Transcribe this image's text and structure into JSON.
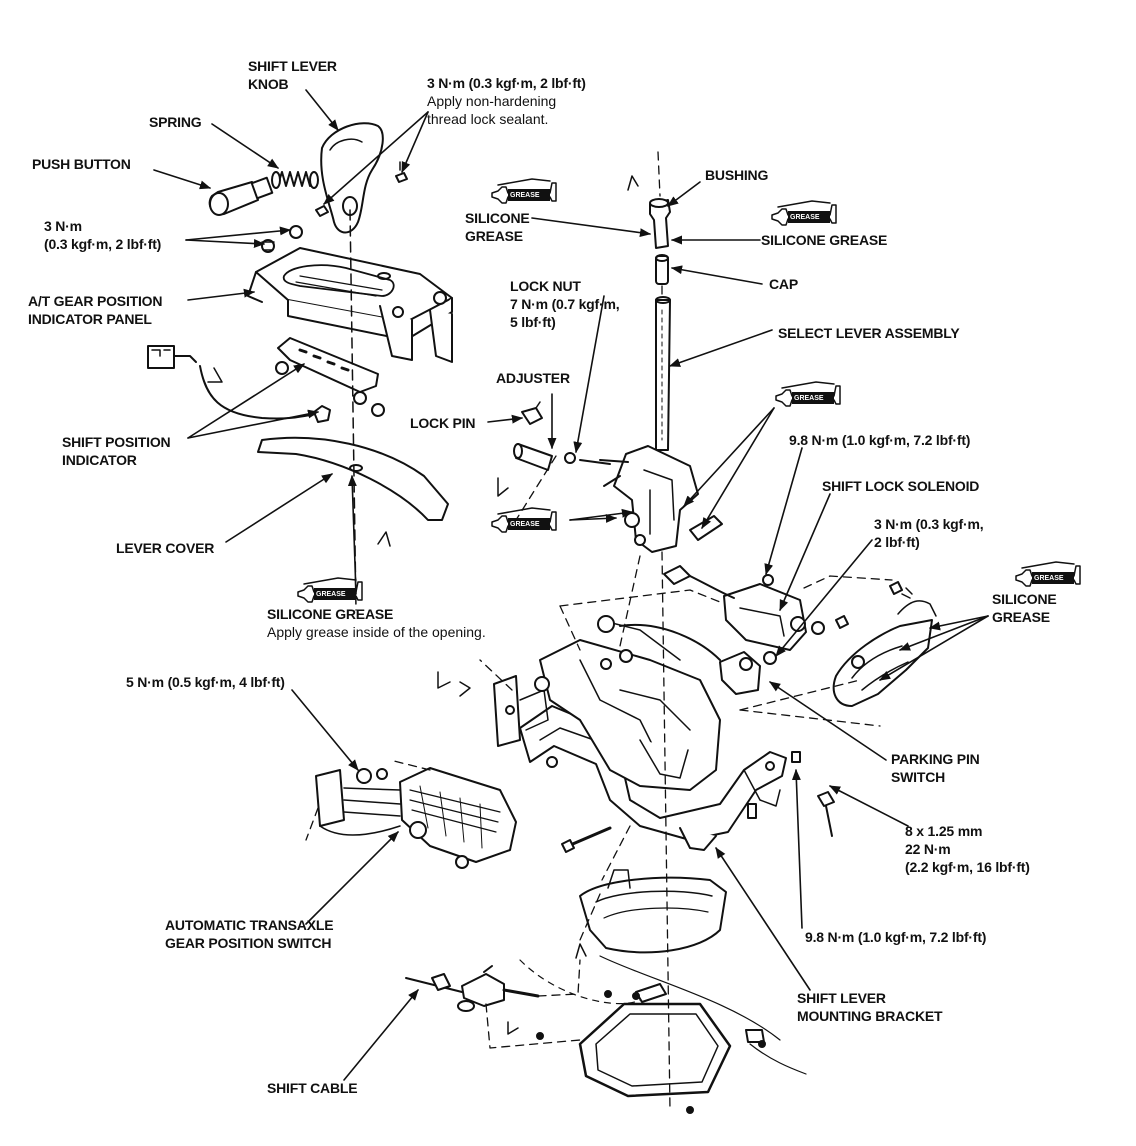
{
  "labels": {
    "shift_lever_knob_1": "SHIFT LEVER",
    "shift_lever_knob_2": "KNOB",
    "spring": "SPRING",
    "push_button": "PUSH BUTTON",
    "torque_knob_1": "3 N·m (0.3 kgf·m, 2 lbf·ft)",
    "torque_knob_2": "Apply non-hardening",
    "torque_knob_3": "thread lock sealant.",
    "torque_panel_1": "3 N·m",
    "torque_panel_2": "(0.3 kgf·m, 2 lbf·ft)",
    "indicator_panel_1": "A/T GEAR POSITION",
    "indicator_panel_2": "INDICATOR PANEL",
    "shift_position_indicator_1": "SHIFT POSITION",
    "shift_position_indicator_2": "INDICATOR",
    "lever_cover": "LEVER COVER",
    "silicone_grease_bottom_1": "SILICONE GREASE",
    "silicone_grease_bottom_2": "Apply grease inside of the opening.",
    "torque_switch": "5 N·m (0.5 kgf·m, 4 lbf·ft)",
    "gear_position_switch_1": "AUTOMATIC TRANSAXLE",
    "gear_position_switch_2": "GEAR POSITION SWITCH",
    "shift_cable": "SHIFT CABLE",
    "bushing": "BUSHING",
    "silicone_grease_left_1": "SILICONE",
    "silicone_grease_left_2": "GREASE",
    "silicone_grease_right": "SILICONE GREASE",
    "cap": "CAP",
    "lock_nut_1": "LOCK NUT",
    "lock_nut_2": "7 N·m (0.7 kgf·m,",
    "lock_nut_3": "5 lbf·ft)",
    "select_lever_assembly": "SELECT LEVER ASSEMBLY",
    "adjuster": "ADJUSTER",
    "lock_pin": "LOCK PIN",
    "torque_solenoid": "9.8 N·m (1.0 kgf·m, 7.2 lbf·ft)",
    "shift_lock_solenoid": "SHIFT LOCK SOLENOID",
    "torque_small_1": "3 N·m (0.3 kgf·m,",
    "torque_small_2": "2 lbf·ft)",
    "silicone_grease_far_1": "SILICONE",
    "silicone_grease_far_2": "GREASE",
    "parking_pin_switch_1": "PARKING PIN",
    "parking_pin_switch_2": "SWITCH",
    "bolt_1": "8 x 1.25 mm",
    "bolt_2": "22 N·m",
    "bolt_3": "(2.2 kgf·m, 16 lbf·ft)",
    "torque_bracket": "9.8 N·m (1.0 kgf·m, 7.2 lbf·ft)",
    "bracket_1": "SHIFT LEVER",
    "bracket_2": "MOUNTING BRACKET"
  },
  "grease_tag": "GREASE",
  "colors": {
    "ink": "#111111",
    "paper": "#ffffff"
  }
}
